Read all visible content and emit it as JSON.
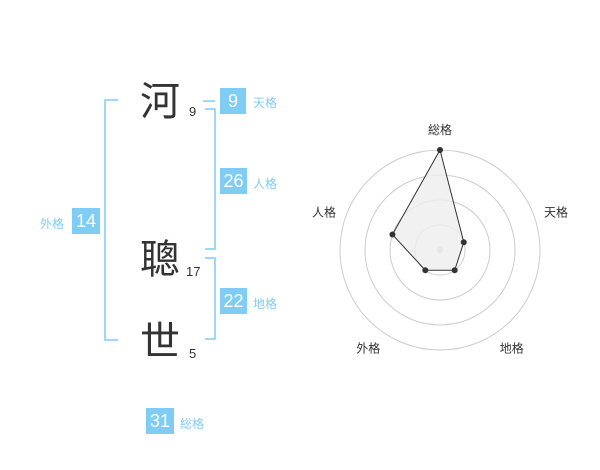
{
  "name": {
    "chars": [
      {
        "char": "河",
        "strokes": "9"
      },
      {
        "char": "聰",
        "strokes": "17"
      },
      {
        "char": "世",
        "strokes": "5"
      }
    ]
  },
  "fortunes": {
    "tenkaku": {
      "value": "9",
      "label": "天格"
    },
    "jinkaku": {
      "value": "26",
      "label": "人格"
    },
    "chikaku": {
      "value": "22",
      "label": "地格"
    },
    "gaikaku": {
      "value": "14",
      "label": "外格"
    },
    "soukaku": {
      "value": "31",
      "label": "総格"
    }
  },
  "chart_data": {
    "type": "radar",
    "axes": [
      "総格",
      "天格",
      "地格",
      "外格",
      "人格"
    ],
    "rings": 4,
    "levels": [
      4,
      1,
      1,
      1,
      2
    ],
    "max": 4,
    "colors": {
      "fill": "#eeeeee",
      "line": "#333333",
      "ring": "#cccccc",
      "center": "#cccccc"
    }
  }
}
